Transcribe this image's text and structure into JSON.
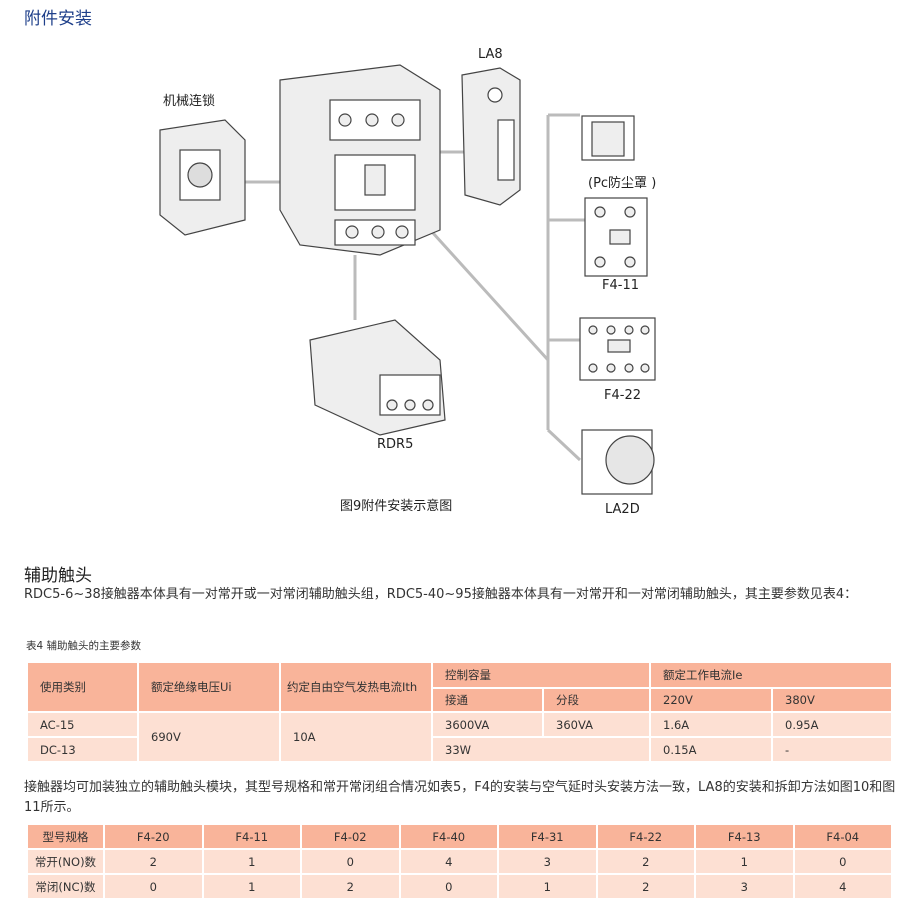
{
  "title": "附件安装",
  "diagram": {
    "labels": {
      "interlock": "机械连锁",
      "la8": "LA8",
      "pc": "(Pc防尘罩 )",
      "f411": "F4-11",
      "f422": "F4-22",
      "la2d": "LA2D",
      "rdr5": "RDR5"
    },
    "caption": "图9附件安装示意图"
  },
  "aux": {
    "heading": "辅助触头",
    "intro": "RDC5-6~38接触器本体具有一对常开或一对常闭辅助触头组，RDC5-40~95接触器本体具有一对常开和一对常闭辅助触头，其主要参数见表4：",
    "table_caption": "表4 辅助触头的主要参数",
    "t1": {
      "h_category": "使用类别",
      "h_ui": "额定绝缘电压Ui",
      "h_ith": "约定自由空气发热电流Ith",
      "h_capacity": "控制容量",
      "h_on": "接通",
      "h_off": "分段",
      "h_ie": "额定工作电流Ie",
      "h_220": "220V",
      "h_380": "380V",
      "r1": {
        "cat": "AC-15",
        "on": "3600VA",
        "off": "360VA",
        "i220": "1.6A",
        "i380": "0.95A"
      },
      "r2": {
        "cat": "DC-13",
        "cap": "33W",
        "i220": "0.15A",
        "i380": "-"
      },
      "ui": "690V",
      "ith": "10A"
    },
    "para2": "接触器均可加装独立的辅助触头模块，其型号规格和常开常闭组合情况如表5，F4的安装与空气延时头安装方法一致，LA8的安装和拆卸方法如图10和图11所示。",
    "t2": {
      "headers": [
        "型号规格",
        "F4-20",
        "F4-11",
        "F4-02",
        "F4-40",
        "F4-31",
        "F4-22",
        "F4-13",
        "F4-04"
      ],
      "no": [
        "常开(NO)数",
        "2",
        "1",
        "0",
        "4",
        "3",
        "2",
        "1",
        "0"
      ],
      "nc": [
        "常闭(NC)数",
        "0",
        "1",
        "2",
        "0",
        "1",
        "2",
        "3",
        "4"
      ]
    }
  }
}
